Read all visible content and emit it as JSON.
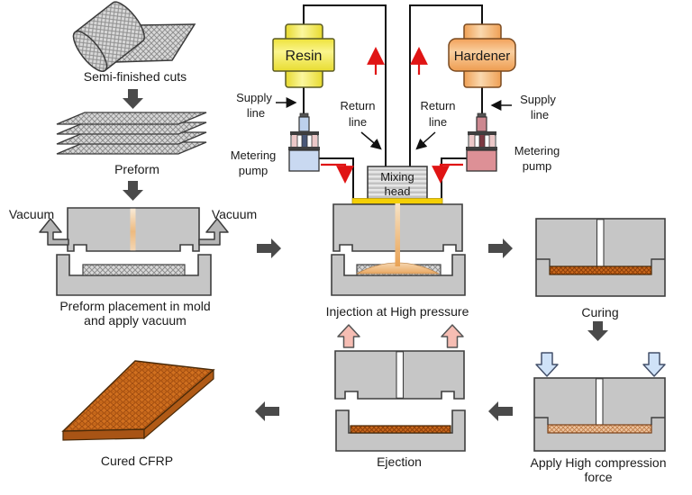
{
  "stages": {
    "semi_finished": {
      "label": "Semi-finished cuts"
    },
    "preform": {
      "label": "Preform"
    },
    "placement": {
      "vacuum_left": "Vacuum",
      "vacuum_right": "Vacuum",
      "caption_line1": "Preform placement in mold",
      "caption_line2": "and apply vacuum"
    },
    "injection": {
      "caption": "Injection at High pressure"
    },
    "curing": {
      "caption": "Curing"
    },
    "compression": {
      "caption_line1": "Apply High compression",
      "caption_line2": "force"
    },
    "ejection": {
      "caption": "Ejection"
    },
    "cured": {
      "caption": "Cured CFRP"
    }
  },
  "metering": {
    "resin": "Resin",
    "hardener": "Hardener",
    "supply_left_l1": "Supply",
    "supply_left_l2": "line",
    "supply_right_l1": "Supply",
    "supply_right_l2": "line",
    "return_left_l1": "Return",
    "return_left_l2": "line",
    "return_right_l1": "Return",
    "return_right_l2": "line",
    "pump_left_l1": "Metering",
    "pump_left_l2": "pump",
    "pump_right_l1": "Metering",
    "pump_right_l2": "pump",
    "mix_l1": "Mixing",
    "mix_l2": "head"
  },
  "colors": {
    "resin": "#f2e84a",
    "hardener": "#f4a861",
    "pump_left": "#c9d9f1",
    "pump_right": "#dd9096",
    "mold_gray": "#c6c6c6",
    "cured_part": "#c9681c",
    "uncured_part": "#eec49e",
    "flow_arrow": "#4a4a4a",
    "red_arrow": "#e01414",
    "vacuum_arrow": "#b5b5b5",
    "ejection_arrow": "#f6bdb3",
    "compression_arrow": "#cfe2f8",
    "feed_bar": "#f4cf05"
  }
}
